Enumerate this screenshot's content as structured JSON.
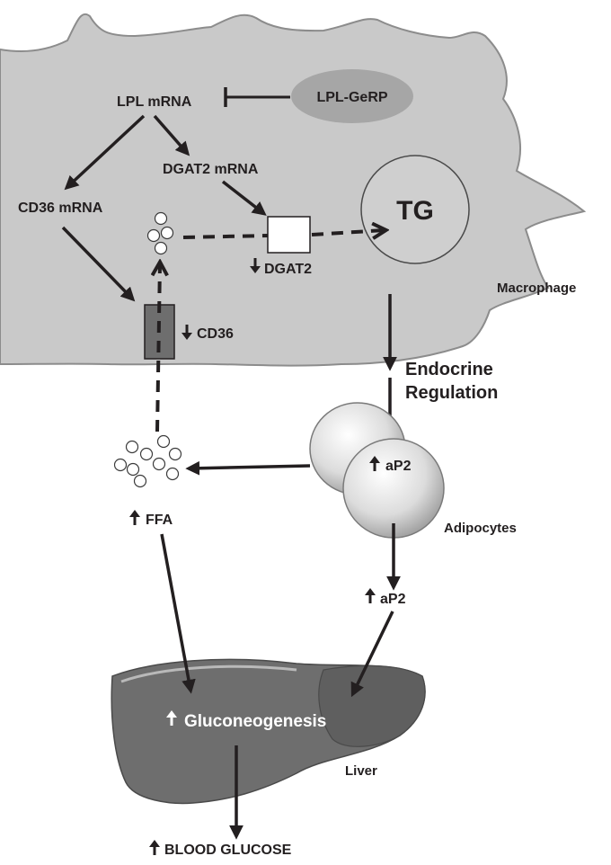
{
  "labels": {
    "lpl_mrna": "LPL mRNA",
    "lpl_gerp": "LPL-GeRP",
    "dgat2_mrna": "DGAT2 mRNA",
    "cd36_mrna": "CD36 mRNA",
    "tg": "TG",
    "dgat2": "DGAT2",
    "cd36": "CD36",
    "macrophage": "Macrophage",
    "endocrine": "Endocrine",
    "regulation": "Regulation",
    "ap2_cell": "aP2",
    "adipocytes": "Adipocytes",
    "ap2_secreted": "aP2",
    "ffa": "FFA",
    "gluconeogenesis": "Gluconeogenesis",
    "liver": "Liver",
    "blood_glucose": "BLOOD GLUCOSE"
  },
  "colors": {
    "cell_fill": "#c9c9c9",
    "cell_stroke": "#8c8c8c",
    "gerp_fill": "#a6a6a6",
    "liver_fill": "#6e6e6e",
    "liver_dark": "#5a5a5a",
    "ink": "#231f20"
  },
  "icons": {
    "up": "arrow-up-icon",
    "down": "arrow-down-icon"
  }
}
